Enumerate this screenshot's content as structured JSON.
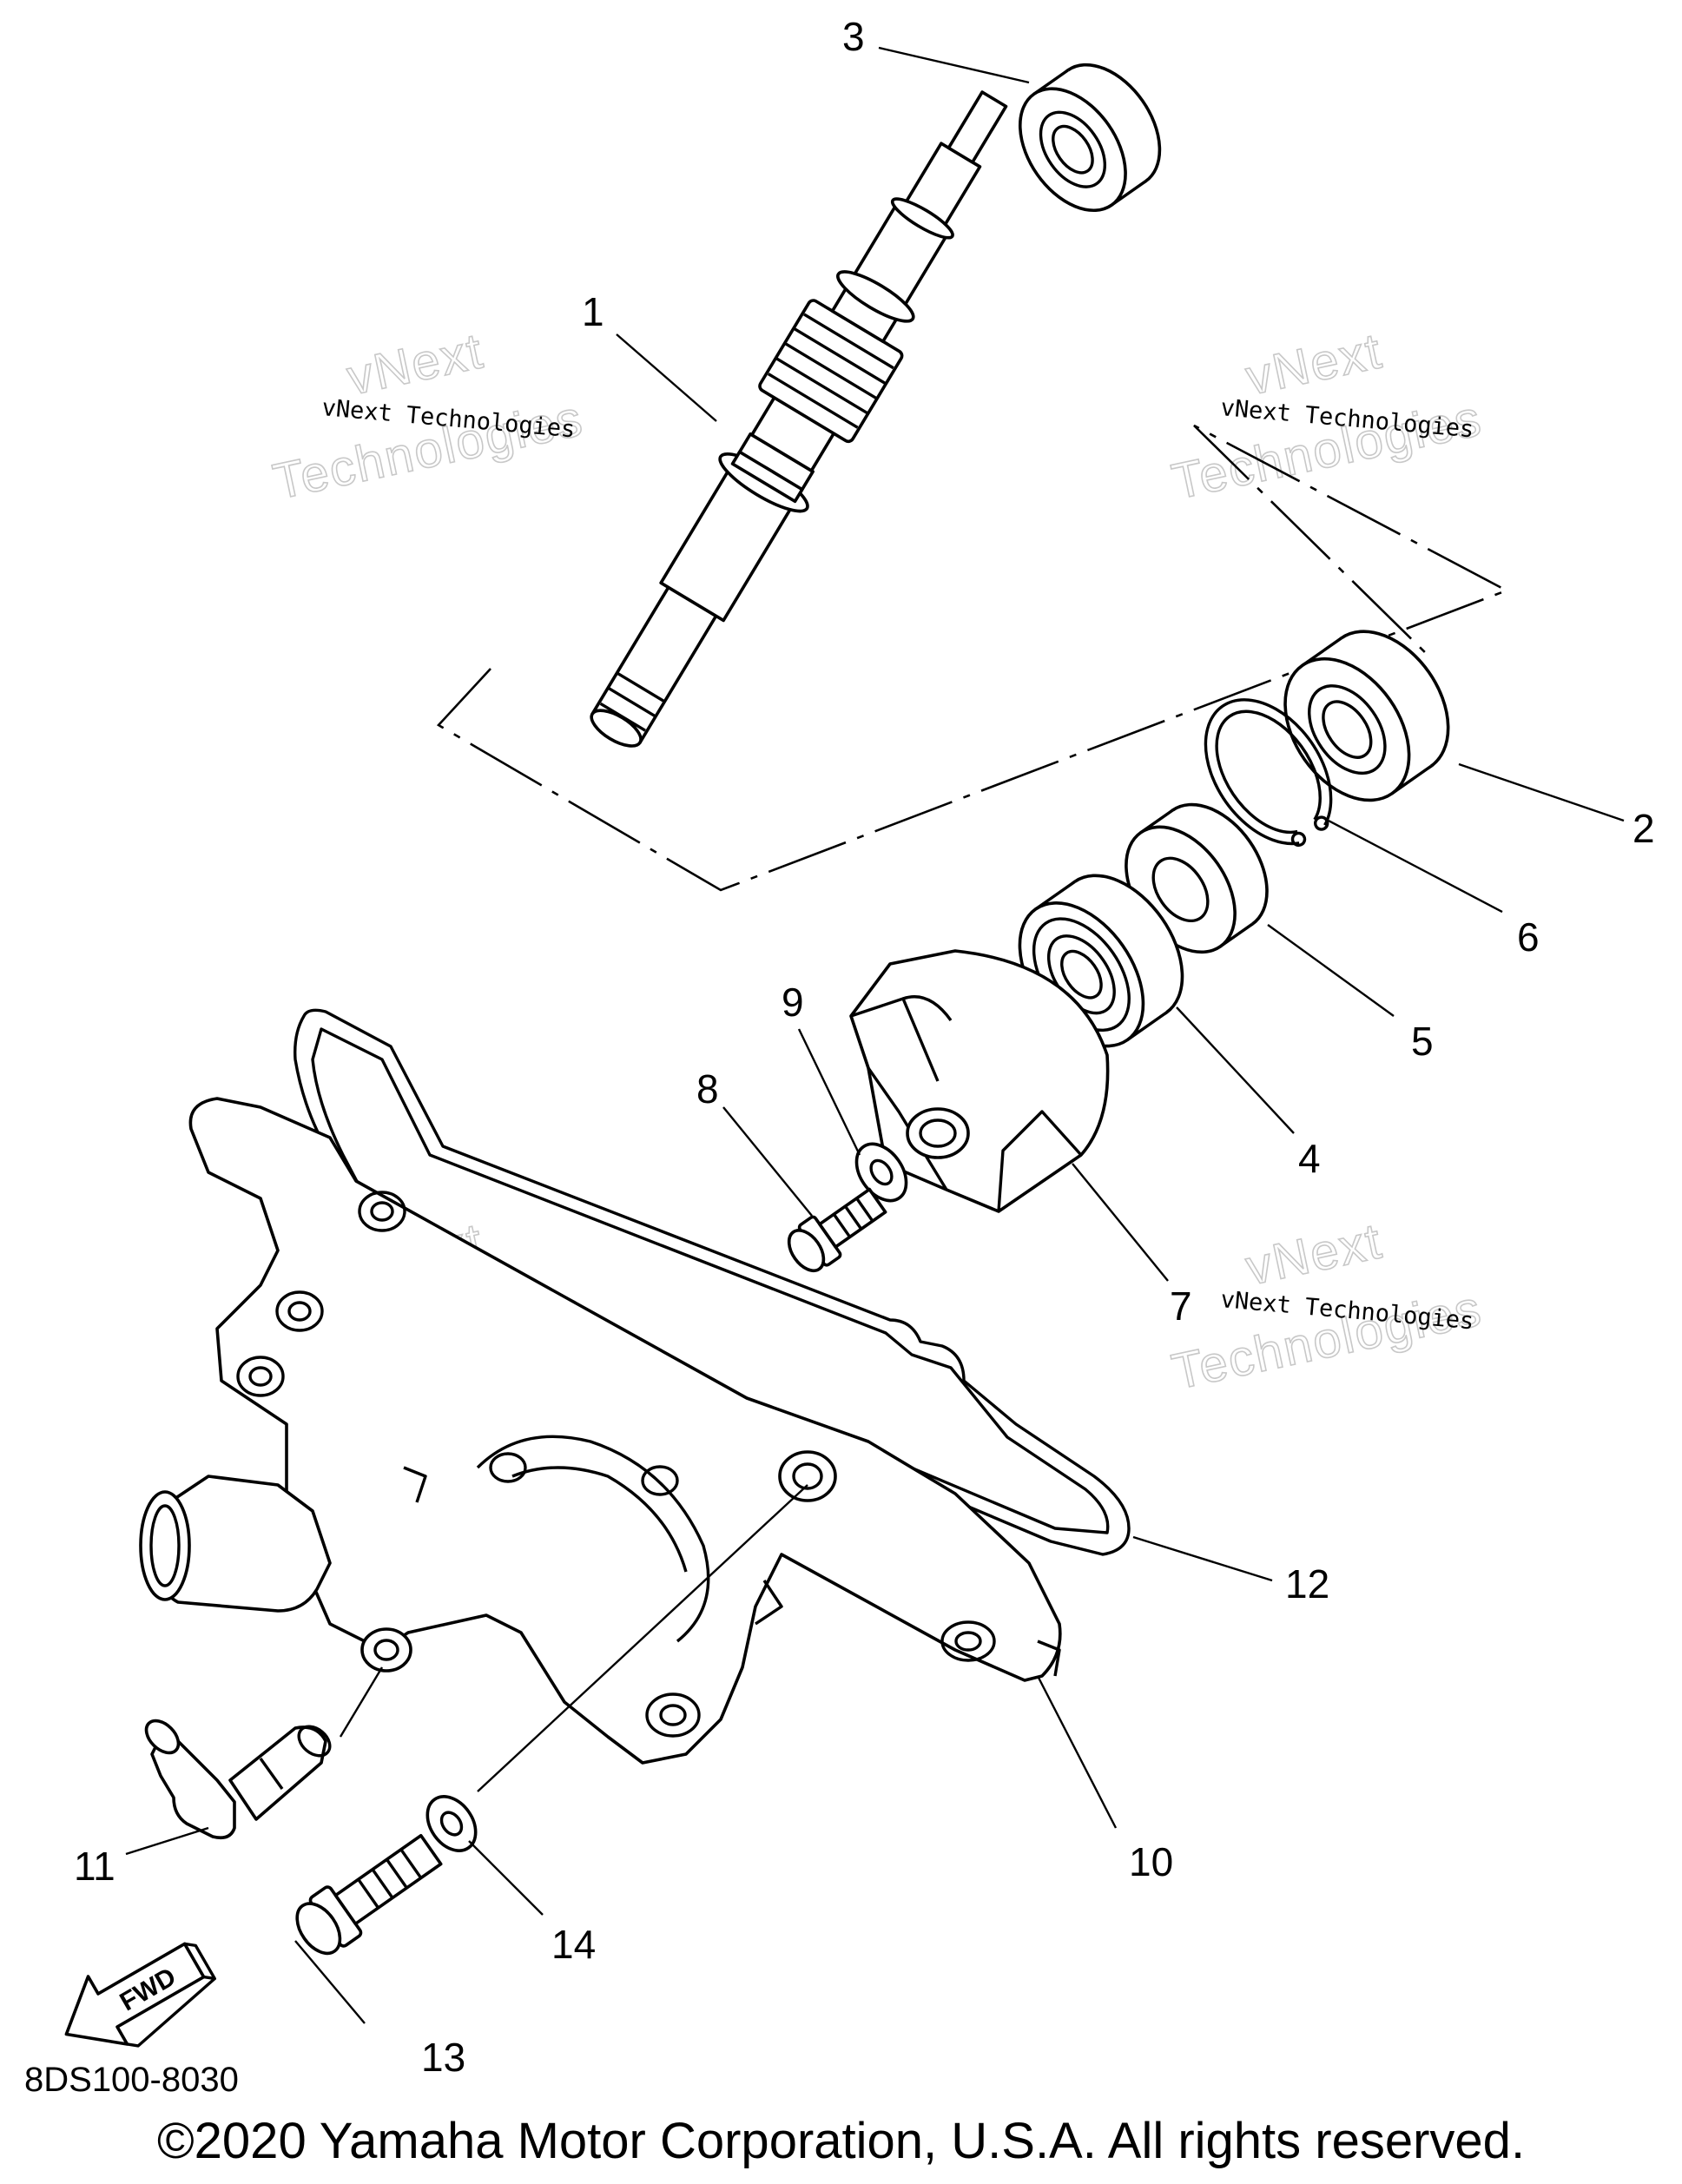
{
  "diagram": {
    "callouts": [
      "1",
      "2",
      "3",
      "4",
      "5",
      "6",
      "7",
      "8",
      "9",
      "10",
      "11",
      "12",
      "13",
      "14"
    ],
    "diagram_code": "8DS100-8030",
    "fwd_label": "FWD",
    "watermark_small": "vNext Technologies",
    "watermark_big_line1": "vNext",
    "watermark_big_line2": "Technologies"
  },
  "footer": {
    "copyright": "©2020 Yamaha Motor Corporation, U.S.A. All rights reserved."
  }
}
